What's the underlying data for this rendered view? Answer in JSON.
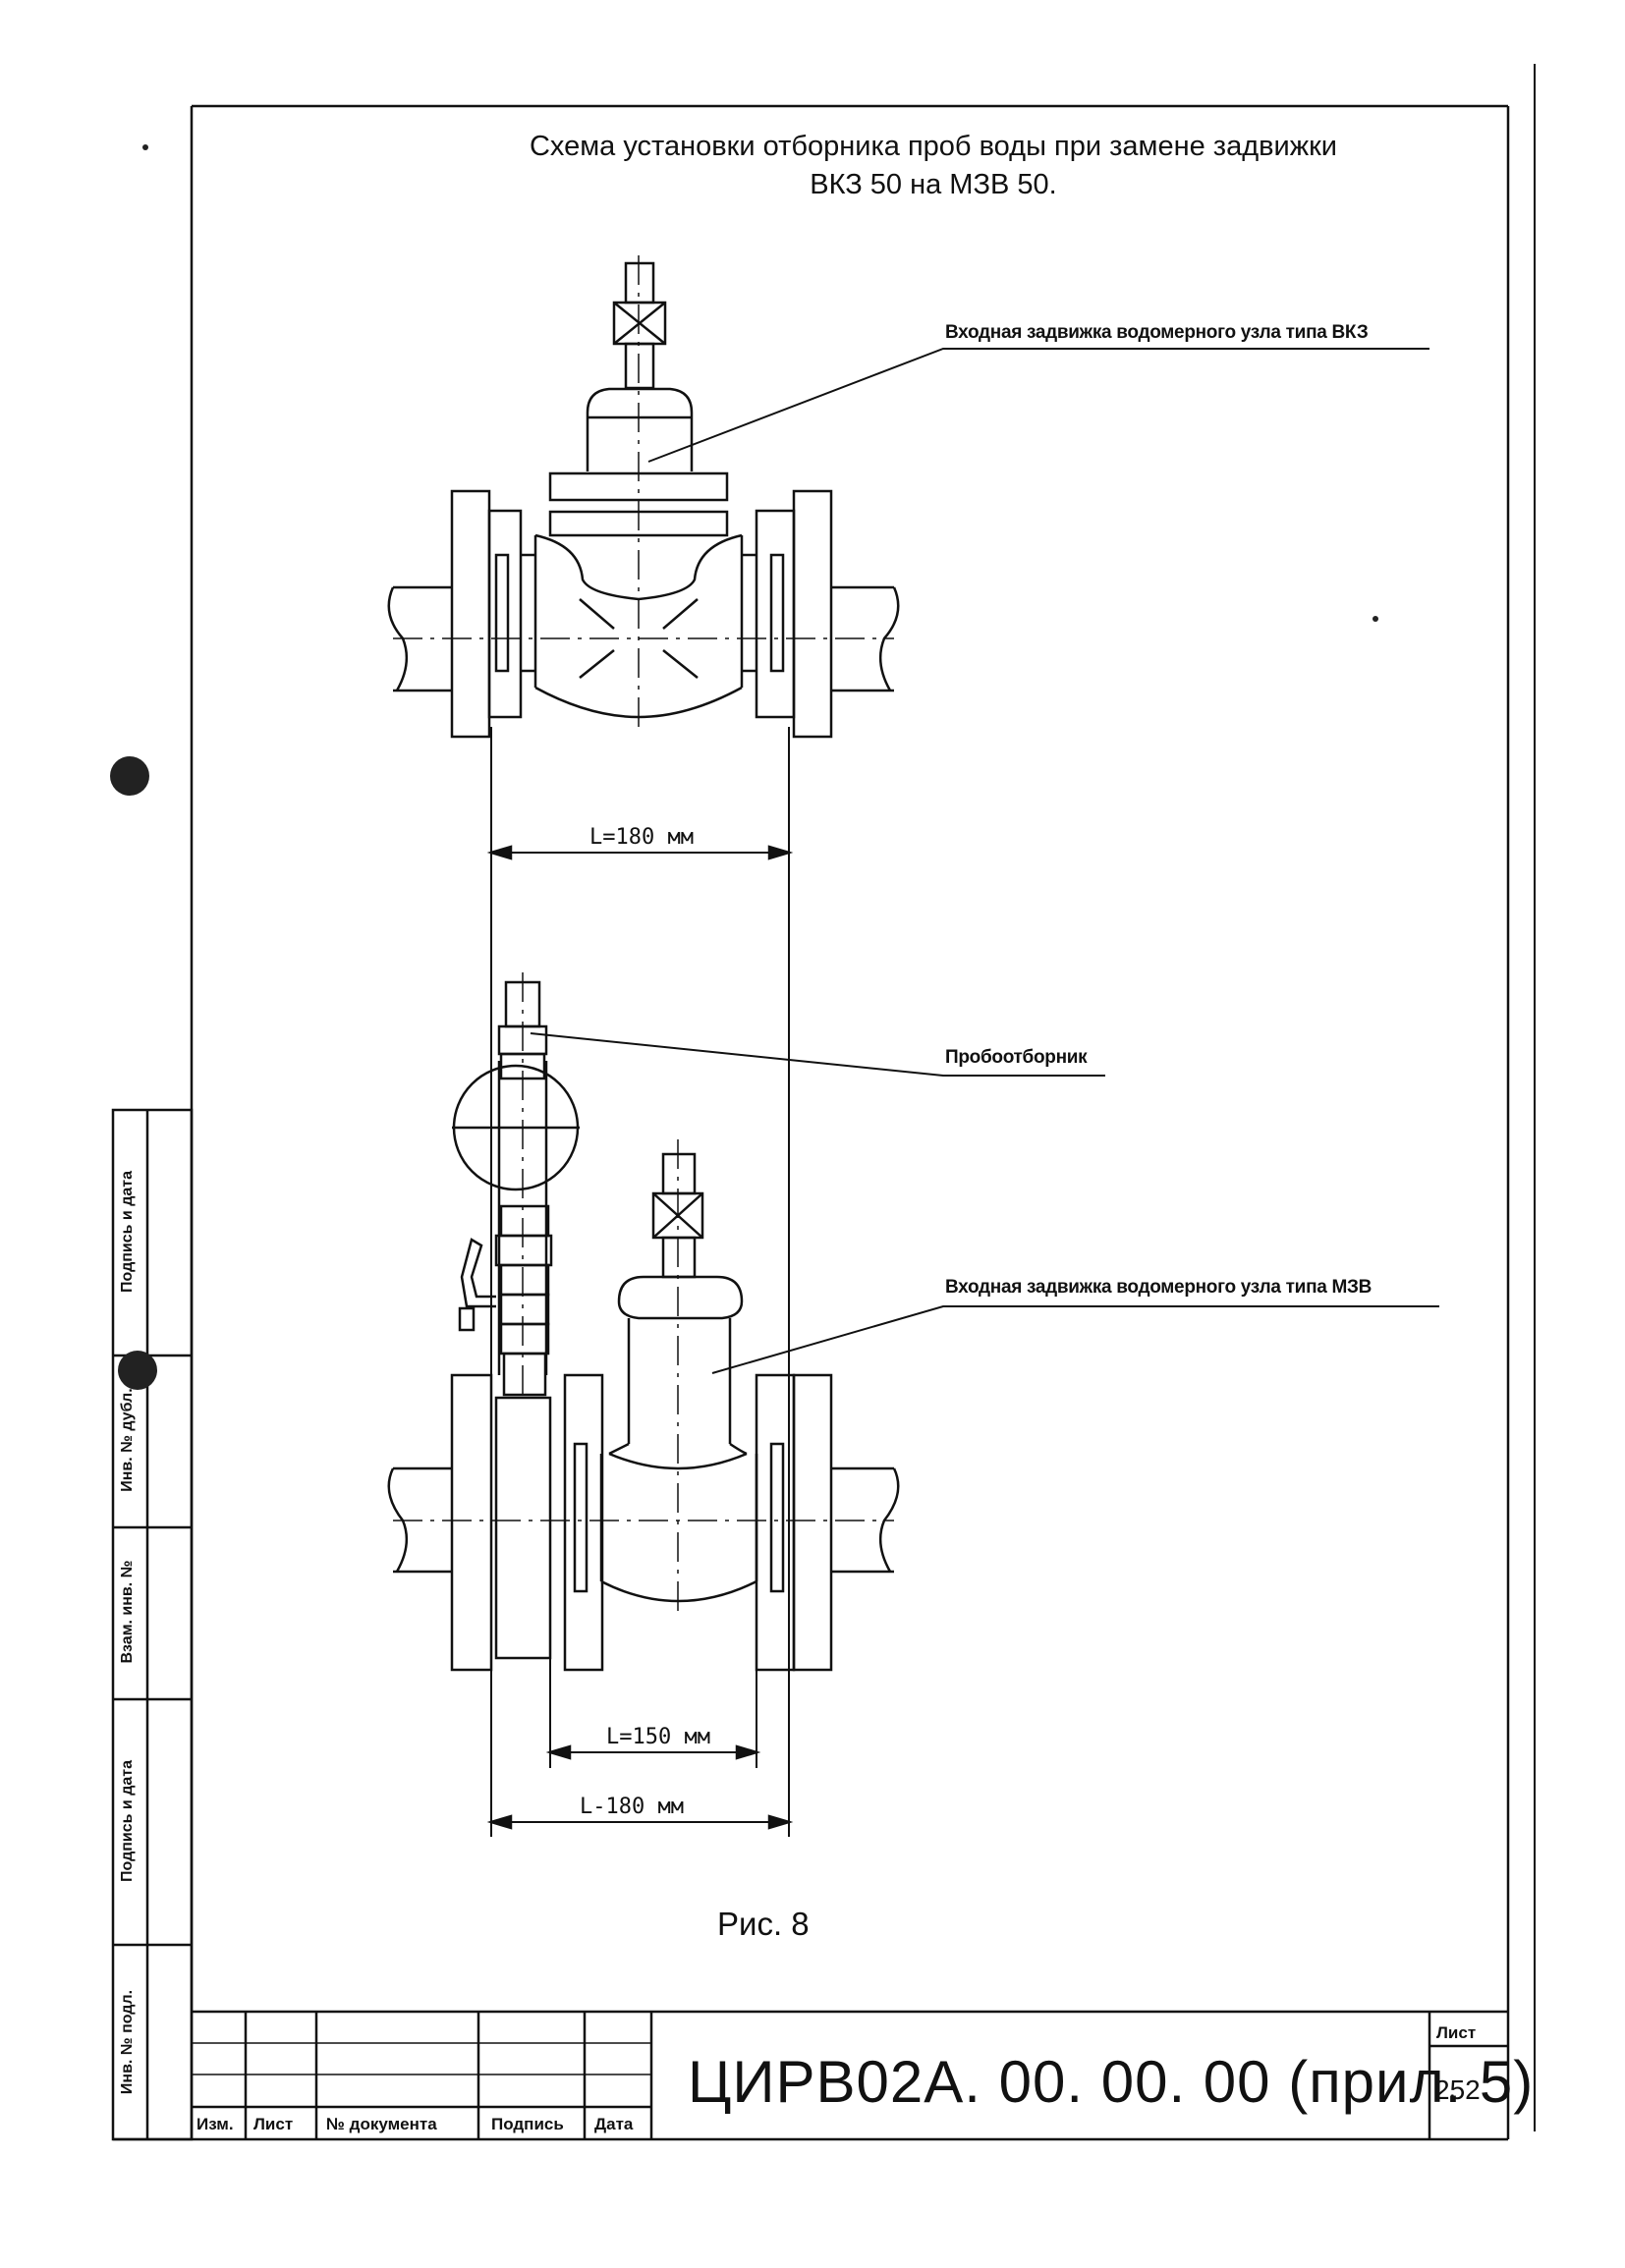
{
  "title": {
    "line1": "Схема установки отборника проб воды при замене задвижки",
    "line2": "ВКЗ 50 на МЗВ 50."
  },
  "callouts": {
    "vkz": "Входная задвижка водомерного узла типа ВКЗ",
    "sampler": "Пробоотборник",
    "mzv": "Входная задвижка водомерного узла типа МЗВ"
  },
  "dimensions": {
    "top_length": "L=180 мм",
    "bottom_inner_length": "L=150 мм",
    "bottom_outer_length": "L-180 мм"
  },
  "figure_caption": "Рис. 8",
  "side_stamp": {
    "signature_date_1": "Подпись и дата",
    "inv_dubl": "Инв. № дубл.",
    "vzam_inv": "Взам. инв. №",
    "signature_date_2": "Подпись и дата",
    "inv_podl": "Инв. № подл."
  },
  "title_block": {
    "columns": [
      "Изм.",
      "Лист",
      "№ документа",
      "Подпись",
      "Дата"
    ],
    "document_code": "ЦИРВ02А. 00. 00. 00 (прил. 5)",
    "sheet_label": "Лист",
    "sheet_number": "252"
  }
}
